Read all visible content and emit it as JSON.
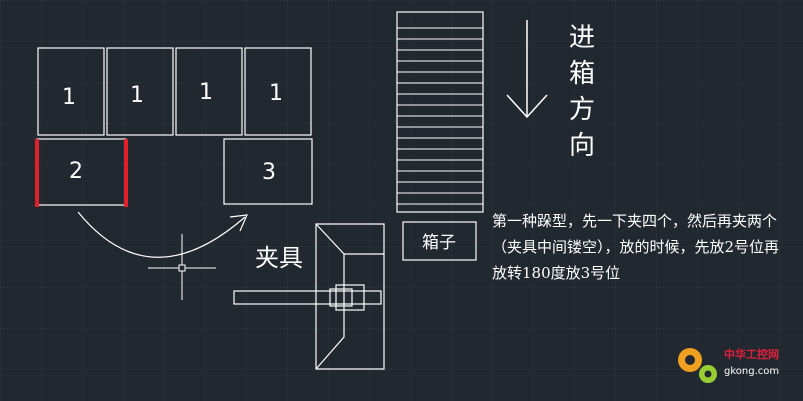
{
  "colors": {
    "background": "#212830",
    "grid": "#2c333c",
    "lines": "#ffffff",
    "highlight": "#e0202a"
  },
  "boxes": {
    "top_row": [
      {
        "label": "1"
      },
      {
        "label": "1"
      },
      {
        "label": "1"
      },
      {
        "label": "1"
      }
    ],
    "pos2": {
      "label": "2"
    },
    "pos3": {
      "label": "3"
    }
  },
  "labels": {
    "direction": [
      "进",
      "箱",
      "方",
      "向"
    ],
    "box": "箱子",
    "fixture": "夹具",
    "note": "第一种跺型，先一下夹四个，然后再夹两个（夹具中间镂空），放的时候，先放2号位再放转180度放3号位"
  },
  "watermark": {
    "site_name": "中华工控网",
    "site_url": "gkong.com",
    "icon": "gear-icon"
  }
}
